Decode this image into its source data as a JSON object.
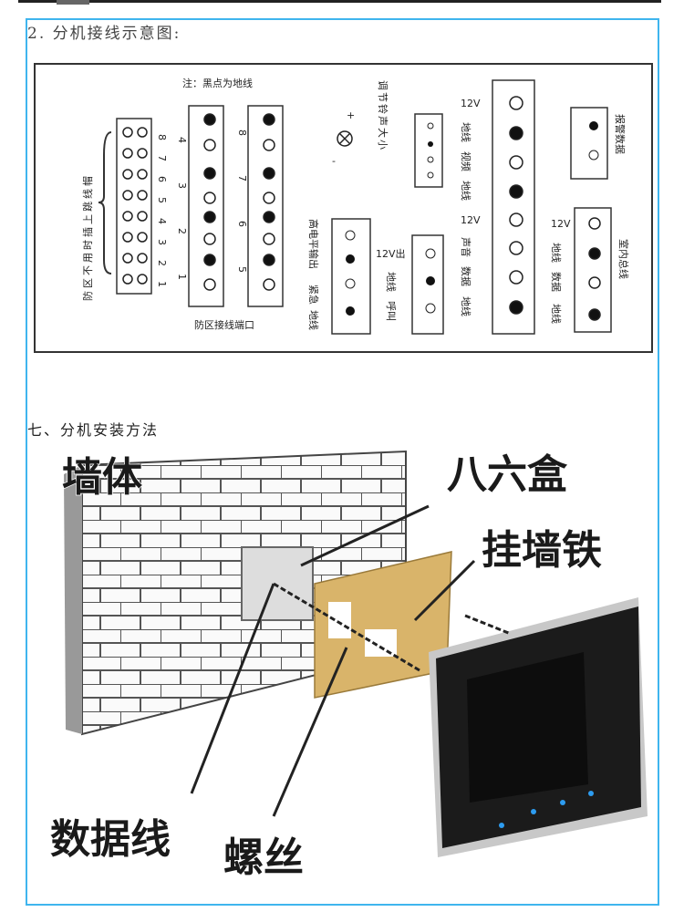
{
  "heading": "2. 分机接线示意图:",
  "diagram": {
    "note": "注：黑点为地线",
    "jumper_label": "防区不用时插上跳线帽",
    "jumper_numbers": [
      "1",
      "2",
      "3",
      "4",
      "5",
      "6",
      "7",
      "8"
    ],
    "zone_numbers_left": [
      "4",
      "3",
      "2",
      "1"
    ],
    "zone_numbers_right": [
      "8",
      "7",
      "6",
      "5"
    ],
    "zone_port_label": "防区接线端口",
    "volume_label": "调节铃声大小",
    "volume_plus": "+",
    "volume_minus": "-",
    "high_output": {
      "group": "高电平输出",
      "emergency": "紧急",
      "ground": "地线"
    },
    "call": {
      "out12v": "12V出",
      "ground": "地线",
      "call": "呼叫"
    },
    "main": [
      "12V",
      "地线",
      "视频",
      "地线",
      "12V",
      "声音",
      "数据",
      "地线"
    ],
    "alarm_label": "报警数据",
    "bus": {
      "title": "室内总线",
      "pins": [
        "12V",
        "地线",
        "数据",
        "地线"
      ]
    }
  },
  "section_title": "七、分机安装方法",
  "install": {
    "wall": "墙体",
    "box": "八六盒",
    "bracket": "挂墙铁",
    "data_cable": "数据线",
    "screw": "螺丝"
  },
  "colors": {
    "frame": "#3fb5ee",
    "bracket": "#d9b46a",
    "monitor": "#1b1b1b",
    "led": "#2d9cf0"
  }
}
